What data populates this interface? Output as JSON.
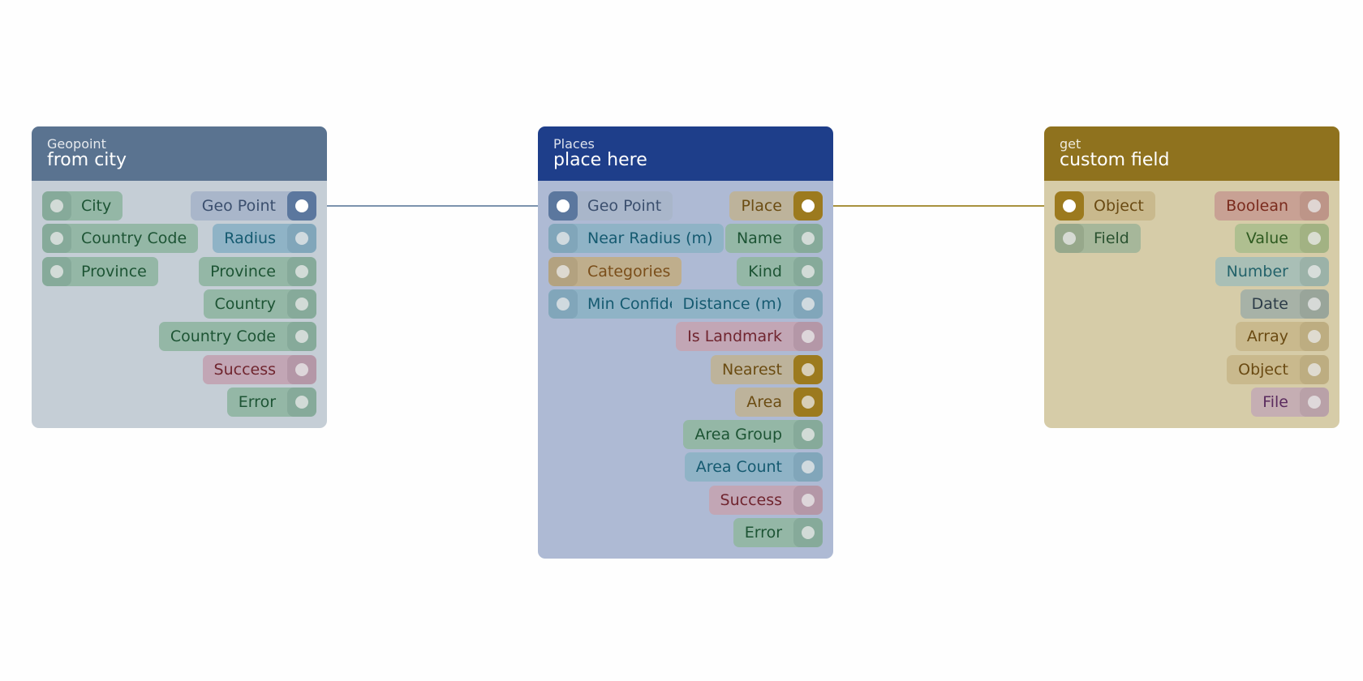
{
  "palette": {
    "green": {
      "bg": "#94b7a6",
      "port": "#86aa9a",
      "text": "#1d5434"
    },
    "blue": {
      "bg": "#8fb3c6",
      "port": "#81a6ba",
      "text": "#155a70"
    },
    "slate": {
      "bg": "#a9b6ca",
      "port": "#5b779e",
      "text": "#3b4f6e"
    },
    "rose": {
      "bg": "#c2a6b5",
      "port": "#b497a7",
      "text": "#70252f"
    },
    "sand": {
      "bg": "#bdb39b",
      "port": "#9c7a1e",
      "text": "#6b4c12"
    },
    "tan": {
      "bg": "#c4b08f",
      "port": "#b8a484",
      "text": "#7a4e1a"
    },
    "brick": {
      "bg": "#c8a194",
      "port": "#bd9588",
      "text": "#7a2b1d"
    },
    "olive": {
      "bg": "#afbf90",
      "port": "#a2b283",
      "text": "#2e5a20"
    },
    "teal": {
      "bg": "#a9bfb6",
      "port": "#9bb2a8",
      "text": "#23626a"
    },
    "grey": {
      "bg": "#a7b2a7",
      "port": "#99a59a",
      "text": "#2c3c48"
    },
    "khaki": {
      "bg": "#c9b98d",
      "port": "#bdad81",
      "text": "#6a4a12"
    },
    "mauve": {
      "bg": "#c5aeb3",
      "port": "#b9a1a8",
      "text": "#5a2b5e"
    },
    "gold": {
      "bg": "#c9b98d",
      "port": "#9c7a1e",
      "text": "#6a4a12"
    },
    "olivegrey": {
      "bg": "#a6b79a",
      "port": "#97a88b",
      "text": "#2a5230"
    },
    "tanlight": {
      "bg": "#bfae8c",
      "port": "#b3a280",
      "text": "#7a4e1a"
    }
  },
  "nodes": [
    {
      "id": "from-city",
      "category": "Geopoint",
      "title": "from city",
      "header_color": "#5a7390",
      "body_color": "#c5ced6",
      "inputs": [
        {
          "label": "City",
          "style": "green"
        },
        {
          "label": "Country Code",
          "style": "green"
        },
        {
          "label": "Province",
          "style": "green"
        }
      ],
      "outputs": [
        {
          "label": "Geo Point",
          "style": "slate",
          "connected": true
        },
        {
          "label": "Radius",
          "style": "blue"
        },
        {
          "label": "Province",
          "style": "green"
        },
        {
          "label": "Country",
          "style": "green"
        },
        {
          "label": "Country Code",
          "style": "green"
        },
        {
          "label": "Success",
          "style": "rose"
        },
        {
          "label": "Error",
          "style": "green"
        }
      ]
    },
    {
      "id": "place-here",
      "category": "Places",
      "title": "place here",
      "header_color": "#1e3e8a",
      "body_color": "#aebad4",
      "inputs": [
        {
          "label": "Geo Point",
          "style": "slate",
          "connected": true
        },
        {
          "label": "Near Radius (m)",
          "style": "blue"
        },
        {
          "label": "Categories",
          "style": "tanlight"
        },
        {
          "label": "Min Confidence",
          "style": "blue"
        }
      ],
      "outputs": [
        {
          "label": "Place",
          "style": "sand",
          "connected": true
        },
        {
          "label": "Name",
          "style": "green"
        },
        {
          "label": "Kind",
          "style": "green"
        },
        {
          "label": "Distance (m)",
          "style": "blue"
        },
        {
          "label": "Is Landmark",
          "style": "rose"
        },
        {
          "label": "Nearest",
          "style": "sand"
        },
        {
          "label": "Area",
          "style": "sand"
        },
        {
          "label": "Area Group",
          "style": "green"
        },
        {
          "label": "Area Count",
          "style": "blue"
        },
        {
          "label": "Success",
          "style": "rose"
        },
        {
          "label": "Error",
          "style": "green"
        }
      ]
    },
    {
      "id": "custom-field",
      "category": "get",
      "title": "custom field",
      "header_color": "#8f721e",
      "body_color": "#d6cca8",
      "inputs": [
        {
          "label": "Object",
          "style": "gold",
          "connected": true
        },
        {
          "label": "Field",
          "style": "olivegrey"
        }
      ],
      "outputs": [
        {
          "label": "Boolean",
          "style": "brick"
        },
        {
          "label": "Value",
          "style": "olive"
        },
        {
          "label": "Number",
          "style": "teal"
        },
        {
          "label": "Date",
          "style": "grey"
        },
        {
          "label": "Array",
          "style": "khaki"
        },
        {
          "label": "Object",
          "style": "khaki"
        },
        {
          "label": "File",
          "style": "mauve"
        }
      ]
    }
  ],
  "connections": [
    {
      "from_node": "from-city",
      "from_output": 0,
      "to_node": "place-here",
      "to_input": 0,
      "color": "#7c93ad"
    },
    {
      "from_node": "place-here",
      "from_output": 0,
      "to_node": "custom-field",
      "to_input": 0,
      "color": "#a8913e"
    }
  ]
}
